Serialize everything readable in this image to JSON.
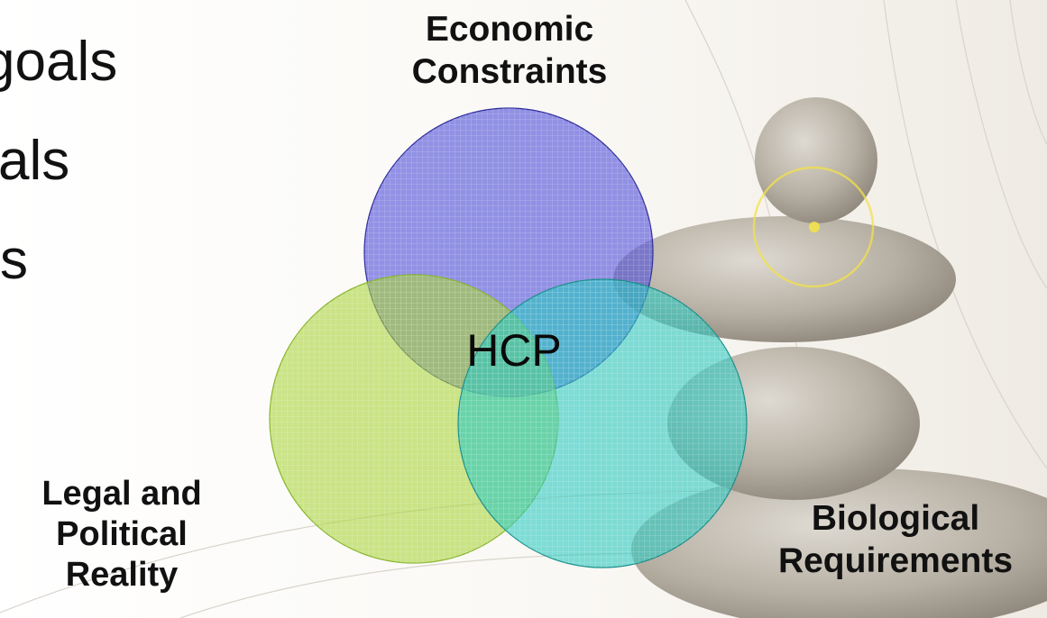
{
  "slide": {
    "bullets": [
      "goals",
      "als",
      "s"
    ]
  },
  "venn": {
    "center_label": "HCP",
    "sets": [
      {
        "label_lines": [
          "Economic",
          "Constraints"
        ],
        "color": "#4b4bd8",
        "stroke": "#2c2c9a"
      },
      {
        "label_lines": [
          "Legal and",
          "Political",
          "Reality"
        ],
        "color": "#a8d43a",
        "stroke": "#86b52b"
      },
      {
        "label_lines": [
          "Biological",
          "Requirements"
        ],
        "color": "#2cc8c0",
        "stroke": "#1a8f89"
      }
    ]
  },
  "background": {
    "image": "stacked-stones",
    "accent_circle_color": "#f2e24a"
  }
}
